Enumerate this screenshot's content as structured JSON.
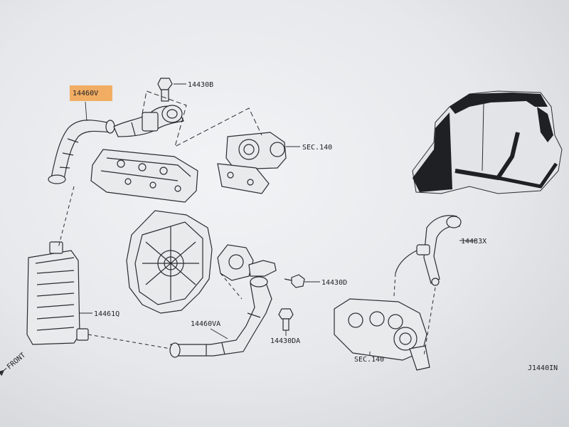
{
  "labels": {
    "hose_upper": "14460V",
    "bolt_upper": "14430B",
    "sec_upper": "SEC.140",
    "tube_right": "14483X",
    "bolt_mid": "14430D",
    "intercooler": "14461Q",
    "hose_lower": "14460VA",
    "bolt_lower": "14430DA",
    "sec_lower": "SEC.140",
    "front": "FRONT",
    "diagram_code": "J1440IN"
  },
  "colors": {
    "highlight": "#f2a24a",
    "ink": "#2a2c30"
  },
  "icons": {
    "front_arrow": "arrow-icon"
  }
}
